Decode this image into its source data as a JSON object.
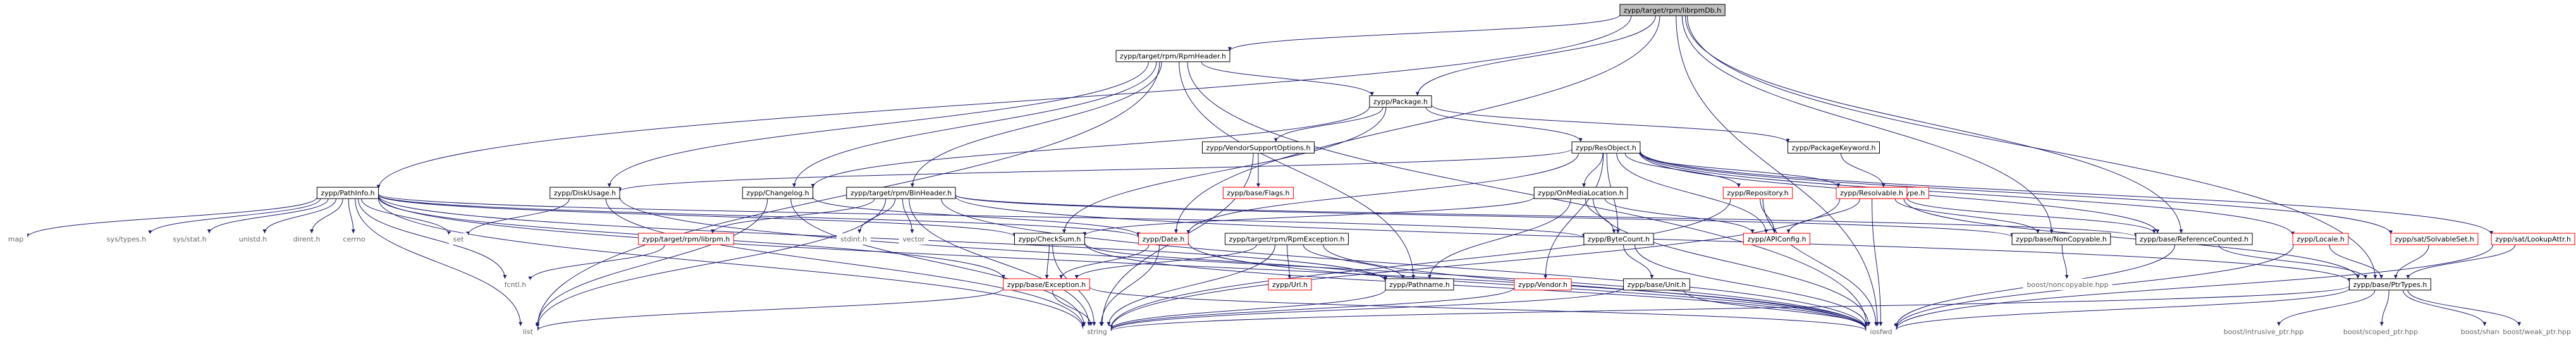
{
  "colors": {
    "edge": "#191970",
    "node_border_normal": "#000000",
    "node_border_undocumented": "#ff0000",
    "node_border_system": "#bfbfbf",
    "root_fill": "#bfbfbf",
    "text": "#000000"
  },
  "nodes": [
    {
      "id": "root",
      "label": "zypp/target/rpm/librpmDb.h",
      "kind": "root"
    },
    {
      "id": "rpmheader",
      "label": "zypp/target/rpm/RpmHeader.h",
      "kind": "normal"
    },
    {
      "id": "package",
      "label": "zypp/Package.h",
      "kind": "normal"
    },
    {
      "id": "pathinfo",
      "label": "zypp/PathInfo.h",
      "kind": "normal"
    },
    {
      "id": "vendorsupport",
      "label": "zypp/VendorSupportOptions.h",
      "kind": "normal"
    },
    {
      "id": "packagekeyword",
      "label": "zypp/PackageKeyword.h",
      "kind": "normal"
    },
    {
      "id": "resobject",
      "label": "zypp/ResObject.h",
      "kind": "normal"
    },
    {
      "id": "baseflags",
      "label": "zypp/base/Flags.h",
      "kind": "undoc"
    },
    {
      "id": "idstringtype",
      "label": "zypp/IdStringType.h",
      "kind": "undoc"
    },
    {
      "id": "diskusage",
      "label": "zypp/DiskUsage.h",
      "kind": "normal"
    },
    {
      "id": "changelog",
      "label": "zypp/Changelog.h",
      "kind": "normal"
    },
    {
      "id": "binheader",
      "label": "zypp/target/rpm/BinHeader.h",
      "kind": "normal"
    },
    {
      "id": "onmedialoc",
      "label": "zypp/OnMediaLocation.h",
      "kind": "normal"
    },
    {
      "id": "repository",
      "label": "zypp/Repository.h",
      "kind": "undoc"
    },
    {
      "id": "resolvable",
      "label": "zypp/Resolvable.h",
      "kind": "undoc"
    },
    {
      "id": "map",
      "label": "map",
      "kind": "system"
    },
    {
      "id": "systypes",
      "label": "sys/types.h",
      "kind": "system"
    },
    {
      "id": "sysstat",
      "label": "sys/stat.h",
      "kind": "system"
    },
    {
      "id": "unistd",
      "label": "unistd.h",
      "kind": "system"
    },
    {
      "id": "dirent",
      "label": "dirent.h",
      "kind": "system"
    },
    {
      "id": "cerrno",
      "label": "cerrno",
      "kind": "system"
    },
    {
      "id": "set",
      "label": "set",
      "kind": "system"
    },
    {
      "id": "librpm",
      "label": "zypp/target/rpm/librpm.h",
      "kind": "undoc"
    },
    {
      "id": "stdint",
      "label": "stdint.h",
      "kind": "system"
    },
    {
      "id": "vector",
      "label": "vector",
      "kind": "system"
    },
    {
      "id": "checksum",
      "label": "zypp/CheckSum.h",
      "kind": "normal"
    },
    {
      "id": "date",
      "label": "zypp/Date.h",
      "kind": "undoc"
    },
    {
      "id": "rpmexception",
      "label": "zypp/target/rpm/RpmException.h",
      "kind": "normal"
    },
    {
      "id": "bytecount",
      "label": "zypp/ByteCount.h",
      "kind": "normal"
    },
    {
      "id": "apiconfig",
      "label": "zypp/APIConfig.h",
      "kind": "undoc"
    },
    {
      "id": "noncopyable",
      "label": "zypp/base/NonCopyable.h",
      "kind": "normal"
    },
    {
      "id": "refcounted",
      "label": "zypp/base/ReferenceCounted.h",
      "kind": "normal"
    },
    {
      "id": "locale",
      "label": "zypp/Locale.h",
      "kind": "undoc"
    },
    {
      "id": "solvableset",
      "label": "zypp/sat/SolvableSet.h",
      "kind": "undoc"
    },
    {
      "id": "lookupattr",
      "label": "zypp/sat/LookupAttr.h",
      "kind": "undoc"
    },
    {
      "id": "fcntl",
      "label": "fcntl.h",
      "kind": "system"
    },
    {
      "id": "baseexception",
      "label": "zypp/base/Exception.h",
      "kind": "undoc"
    },
    {
      "id": "url",
      "label": "zypp/Url.h",
      "kind": "undoc"
    },
    {
      "id": "pathname",
      "label": "zypp/Pathname.h",
      "kind": "normal"
    },
    {
      "id": "vendor",
      "label": "zypp/Vendor.h",
      "kind": "undoc"
    },
    {
      "id": "baseunit",
      "label": "zypp/base/Unit.h",
      "kind": "normal"
    },
    {
      "id": "boostnoncopyable",
      "label": "boost/noncopyable.hpp",
      "kind": "system"
    },
    {
      "id": "ptrtypes",
      "label": "zypp/base/PtrTypes.h",
      "kind": "normal"
    },
    {
      "id": "list",
      "label": "list",
      "kind": "system"
    },
    {
      "id": "string",
      "label": "string",
      "kind": "system"
    },
    {
      "id": "iosfwd",
      "label": "iosfwd",
      "kind": "system"
    },
    {
      "id": "intrusiveptr",
      "label": "boost/intrusive_ptr.hpp",
      "kind": "system"
    },
    {
      "id": "scopedptr",
      "label": "boost/scoped_ptr.hpp",
      "kind": "system"
    },
    {
      "id": "sharedptr",
      "label": "boost/shared_ptr.hpp",
      "kind": "system"
    },
    {
      "id": "weakptr",
      "label": "boost/weak_ptr.hpp",
      "kind": "system"
    }
  ],
  "edges": [
    [
      "root",
      "rpmheader"
    ],
    [
      "root",
      "package"
    ],
    [
      "root",
      "pathinfo"
    ],
    [
      "root",
      "noncopyable"
    ],
    [
      "root",
      "refcounted"
    ],
    [
      "root",
      "ptrtypes"
    ],
    [
      "root",
      "iosfwd"
    ],
    [
      "root",
      "date"
    ],
    [
      "rpmheader",
      "package"
    ],
    [
      "rpmheader",
      "diskusage"
    ],
    [
      "rpmheader",
      "changelog"
    ],
    [
      "rpmheader",
      "binheader"
    ],
    [
      "rpmheader",
      "pathname"
    ],
    [
      "rpmheader",
      "list"
    ],
    [
      "rpmheader",
      "iosfwd"
    ],
    [
      "package",
      "vendorsupport"
    ],
    [
      "package",
      "packagekeyword"
    ],
    [
      "package",
      "resobject"
    ],
    [
      "package",
      "changelog"
    ],
    [
      "package",
      "checksum"
    ],
    [
      "vendorsupport",
      "baseflags"
    ],
    [
      "vendorsupport",
      "string"
    ],
    [
      "packagekeyword",
      "idstringtype"
    ],
    [
      "resobject",
      "diskusage"
    ],
    [
      "resobject",
      "onmedialoc"
    ],
    [
      "resobject",
      "repository"
    ],
    [
      "resobject",
      "resolvable"
    ],
    [
      "resobject",
      "apiconfig"
    ],
    [
      "resobject",
      "bytecount"
    ],
    [
      "resobject",
      "date"
    ],
    [
      "resobject",
      "locale"
    ],
    [
      "resobject",
      "lookupattr"
    ],
    [
      "resobject",
      "solvableset"
    ],
    [
      "resobject",
      "vendor"
    ],
    [
      "resobject",
      "refcounted"
    ],
    [
      "pathinfo",
      "map"
    ],
    [
      "pathinfo",
      "systypes"
    ],
    [
      "pathinfo",
      "sysstat"
    ],
    [
      "pathinfo",
      "unistd"
    ],
    [
      "pathinfo",
      "dirent"
    ],
    [
      "pathinfo",
      "cerrno"
    ],
    [
      "pathinfo",
      "set"
    ],
    [
      "pathinfo",
      "fcntl"
    ],
    [
      "pathinfo",
      "list"
    ],
    [
      "pathinfo",
      "string"
    ],
    [
      "pathinfo",
      "iosfwd"
    ],
    [
      "pathinfo",
      "checksum"
    ],
    [
      "pathinfo",
      "bytecount"
    ],
    [
      "pathinfo",
      "pathname"
    ],
    [
      "pathinfo",
      "baseexception"
    ],
    [
      "pathinfo",
      "date"
    ],
    [
      "diskusage",
      "set"
    ],
    [
      "diskusage",
      "string"
    ],
    [
      "diskusage",
      "iosfwd"
    ],
    [
      "changelog",
      "list"
    ],
    [
      "changelog",
      "date"
    ],
    [
      "changelog",
      "string"
    ],
    [
      "binheader",
      "librpm"
    ],
    [
      "binheader",
      "stdint"
    ],
    [
      "binheader",
      "vector"
    ],
    [
      "binheader",
      "string"
    ],
    [
      "binheader",
      "list"
    ],
    [
      "binheader",
      "iosfwd"
    ],
    [
      "binheader",
      "refcounted"
    ],
    [
      "binheader",
      "ptrtypes"
    ],
    [
      "binheader",
      "noncopyable"
    ],
    [
      "onmedialoc",
      "checksum"
    ],
    [
      "onmedialoc",
      "bytecount"
    ],
    [
      "onmedialoc",
      "pathname"
    ],
    [
      "onmedialoc",
      "apiconfig"
    ],
    [
      "onmedialoc",
      "iosfwd"
    ],
    [
      "repository",
      "apiconfig"
    ],
    [
      "repository",
      "string"
    ],
    [
      "repository",
      "iosfwd"
    ],
    [
      "resolvable",
      "noncopyable"
    ],
    [
      "resolvable",
      "refcounted"
    ],
    [
      "resolvable",
      "ptrtypes"
    ],
    [
      "resolvable",
      "apiconfig"
    ],
    [
      "resolvable",
      "iosfwd"
    ],
    [
      "resolvable",
      "string"
    ],
    [
      "librpm",
      "fcntl"
    ],
    [
      "checksum",
      "baseexception"
    ],
    [
      "checksum",
      "pathname"
    ],
    [
      "checksum",
      "string"
    ],
    [
      "checksum",
      "iosfwd"
    ],
    [
      "date",
      "baseexception"
    ],
    [
      "date",
      "string"
    ],
    [
      "date",
      "iosfwd"
    ],
    [
      "rpmexception",
      "baseexception"
    ],
    [
      "rpmexception",
      "url"
    ],
    [
      "rpmexception",
      "pathname"
    ],
    [
      "rpmexception",
      "string"
    ],
    [
      "rpmexception",
      "iosfwd"
    ],
    [
      "bytecount",
      "baseunit"
    ],
    [
      "bytecount",
      "iosfwd"
    ],
    [
      "noncopyable",
      "boostnoncopyable"
    ],
    [
      "refcounted",
      "ptrtypes"
    ],
    [
      "refcounted",
      "iosfwd"
    ],
    [
      "locale",
      "ptrtypes"
    ],
    [
      "locale",
      "iosfwd"
    ],
    [
      "solvableset",
      "ptrtypes"
    ],
    [
      "lookupattr",
      "ptrtypes"
    ],
    [
      "lookupattr",
      "iosfwd"
    ],
    [
      "baseexception",
      "list"
    ],
    [
      "baseexception",
      "string"
    ],
    [
      "baseexception",
      "iosfwd"
    ],
    [
      "pathname",
      "string"
    ],
    [
      "vendor",
      "string"
    ],
    [
      "baseunit",
      "string"
    ],
    [
      "baseunit",
      "iosfwd"
    ],
    [
      "ptrtypes",
      "iosfwd"
    ],
    [
      "ptrtypes",
      "string"
    ],
    [
      "ptrtypes",
      "intrusiveptr"
    ],
    [
      "ptrtypes",
      "scopedptr"
    ],
    [
      "ptrtypes",
      "sharedptr"
    ],
    [
      "ptrtypes",
      "weakptr"
    ]
  ]
}
